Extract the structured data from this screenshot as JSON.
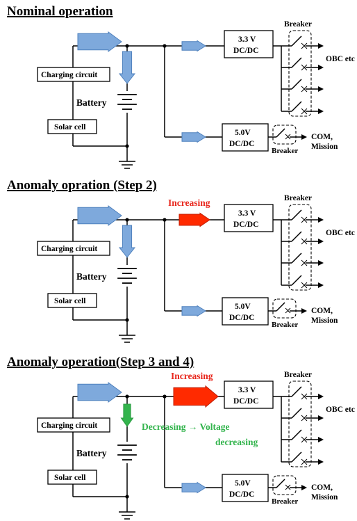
{
  "colors": {
    "blue_arrow": "#7ea9dc",
    "blue_arrow_edge": "#4f81bd",
    "red_arrow": "#ff2a00",
    "red_text": "#e8281e",
    "green": "#33b44d"
  },
  "panels": [
    {
      "title": "Nominal operation",
      "charging_circuit": "Charging circuit",
      "battery": "Battery",
      "solar_cell": "Solar cell",
      "dcdc33_line1": "3.3 V",
      "dcdc33_line2": "DC/DC",
      "dcdc50_line1": "5.0V",
      "dcdc50_line2": "DC/DC",
      "breaker_top": "Breaker",
      "breaker_bottom": "Breaker",
      "obc": "OBC etc",
      "com": "COM,",
      "mission": "Mission"
    },
    {
      "title": "Anomaly opration (Step 2)",
      "charging_circuit": "Charging circuit",
      "battery": "Battery",
      "solar_cell": "Solar cell",
      "dcdc33_line1": "3.3 V",
      "dcdc33_line2": "DC/DC",
      "dcdc50_line1": "5.0V",
      "dcdc50_line2": "DC/DC",
      "breaker_top": "Breaker",
      "breaker_bottom": "Breaker",
      "obc": "OBC etc",
      "com": "COM,",
      "mission": "Mission",
      "increasing": "Increasing"
    },
    {
      "title": "Anomaly operation(Step 3 and 4)",
      "charging_circuit": "Charging circuit",
      "battery": "Battery",
      "solar_cell": "Solar cell",
      "dcdc33_line1": "3.3 V",
      "dcdc33_line2": "DC/DC",
      "dcdc50_line1": "5.0V",
      "dcdc50_line2": "DC/DC",
      "breaker_top": "Breaker",
      "breaker_bottom": "Breaker",
      "obc": "OBC etc",
      "com": "COM,",
      "mission": "Mission",
      "increasing": "Increasing",
      "decreasing_line1": "Decreasing → Voltage",
      "decreasing_line2": "decreasing"
    }
  ]
}
